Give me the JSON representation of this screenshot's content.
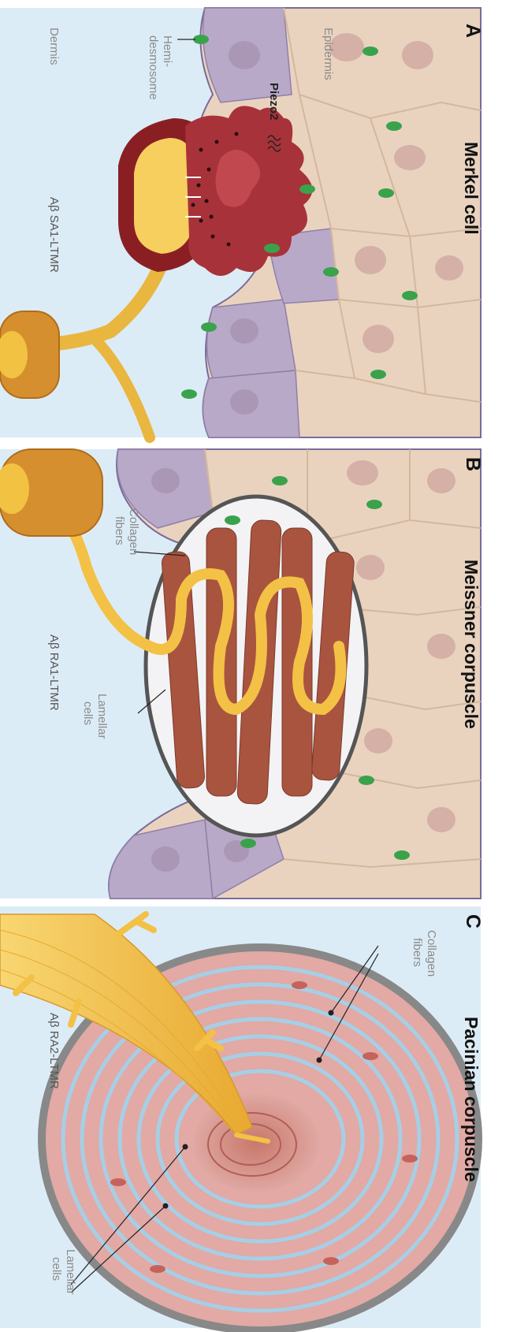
{
  "panels": [
    {
      "letter": "A",
      "title": "Merkel cell",
      "labels": {
        "epidermis": "Epidermis",
        "piezo2": "Piezo2",
        "hemi_1": "Hemi-",
        "hemi_2": "desmosome",
        "dermis": "Dermis",
        "neuron": "Aβ SA1-LTMR"
      }
    },
    {
      "letter": "B",
      "title": "Meissner corpuscle",
      "labels": {
        "collagen_1": "Collagen",
        "collagen_2": "fibers",
        "lamellar_1": "Lamellar",
        "lamellar_2": "cells",
        "neuron": "Aβ RA1-LTMR"
      }
    },
    {
      "letter": "C",
      "title": "Pacinian corpuscle",
      "labels": {
        "collagen_1": "Collagen",
        "collagen_2": "fibers",
        "lamellar_1": "Lamellar",
        "lamellar_2": "cells",
        "neuron": "Aβ RA2-LTMR"
      }
    }
  ],
  "colors": {
    "dermis_bg": "#dcecf6",
    "keratinocyte": "#ecd5c0",
    "basal_cell": "#b7a7c6",
    "merkel": "#a8323a",
    "nerve": "#f3c146",
    "myelin": "#d68f2e",
    "lamellar_cell": "#a9543f",
    "pacinian_pink": "#dba0a0",
    "pacinian_blue": "#a6cfe6",
    "desmosome": "#3aa24b"
  }
}
